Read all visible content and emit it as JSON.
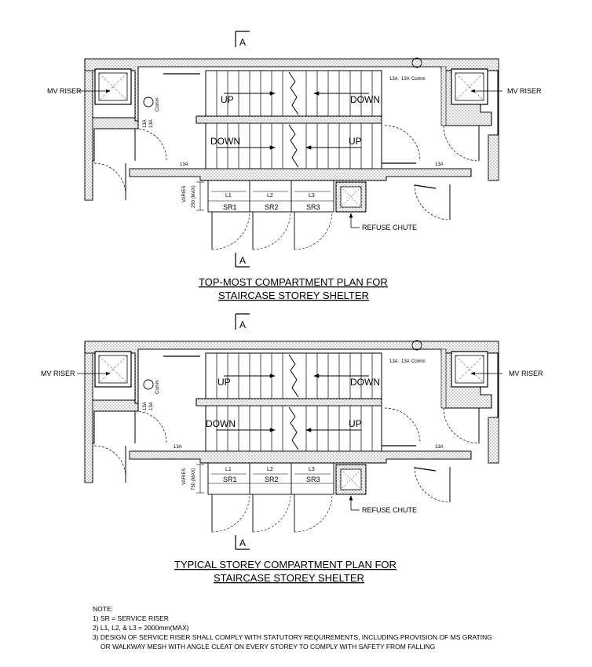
{
  "plans": [
    {
      "section_marker_top": "A",
      "section_marker_bottom": "A",
      "mv_riser_left": "MV RISER",
      "mv_riser_right": "MV RISER",
      "up_top_left": "UP",
      "down_top_right": "DOWN",
      "down_bottom_left": "DOWN",
      "up_bottom_right": "UP",
      "socket_a": "13A",
      "socket_b": "13A",
      "socket_c": "13A",
      "socket_d": "13A",
      "socket_e": "13A",
      "socket_f": "13A",
      "comm_top": "Comm",
      "comm_left": "Comm",
      "dim_varies": "VARIES",
      "dim_max": "250 (MAX)",
      "l1": "L1",
      "l2": "L2",
      "l3": "L3",
      "sr1": "SR1",
      "sr2": "SR2",
      "sr3": "SR3",
      "refuse_chute": "REFUSE CHUTE",
      "title_line1": "TOP-MOST COMPARTMENT PLAN FOR",
      "title_line2": "STAIRCASE STOREY SHELTER"
    },
    {
      "section_marker_top": "A",
      "section_marker_bottom": "A",
      "mv_riser_left": "MV RISER",
      "mv_riser_right": "MV RISER",
      "up_top_left": "UP",
      "down_top_right": "DOWN",
      "down_bottom_left": "DOWN",
      "up_bottom_right": "UP",
      "socket_a": "13A",
      "socket_b": "13A",
      "socket_c": "13A",
      "socket_d": "13A",
      "socket_e": "13A",
      "socket_f": "13A",
      "comm_top": "Comm",
      "comm_left": "Comm",
      "dim_varies": "VARIES",
      "dim_max": "750 (MAX)",
      "l1": "L1",
      "l2": "L2",
      "l3": "L3",
      "sr1": "SR1",
      "sr2": "SR2",
      "sr3": "SR3",
      "refuse_chute": "REFUSE CHUTE",
      "title_line1": "TYPICAL STOREY COMPARTMENT PLAN FOR",
      "title_line2": "STAIRCASE STOREY SHELTER"
    }
  ],
  "notes": {
    "heading": "NOTE:",
    "n1": "1) SR = SERVICE RISER",
    "n2": "2) L1, L2, & L3 = 2000mm(MAX)",
    "n3a": "3) DESIGN OF SERVICE RISER SHALL COMPLY WITH STATUTORY REQUIREMENTS, INCLUDING PROVISION OF MS GRATING",
    "n3b": "OR WALKWAY MESH WITH ANGLE CLEAT ON EVERY STOREY TO COMPLY WITH SAFETY FROM FALLING"
  }
}
